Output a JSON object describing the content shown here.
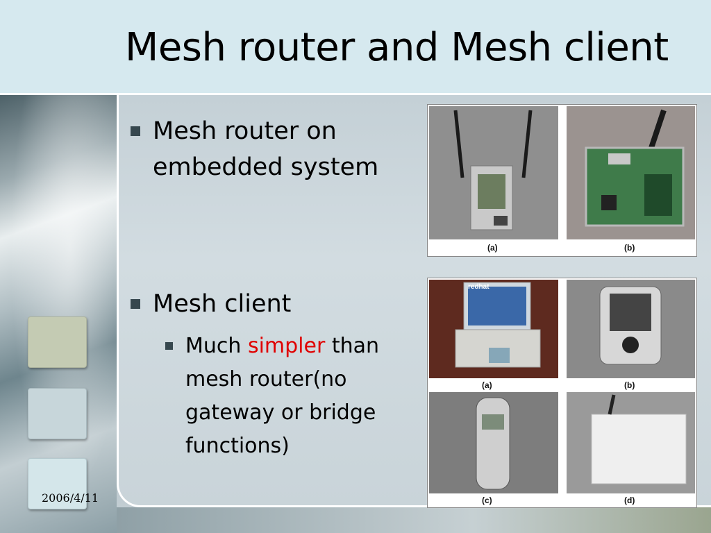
{
  "slide": {
    "title": "Mesh router and Mesh client",
    "date": "2006/4/11"
  },
  "bullets": {
    "router": "Mesh router on embedded system",
    "client": "Mesh client",
    "sub_prefix": "Much ",
    "sub_highlight": "simpler",
    "sub_suffix": " than mesh router(no gateway or bridge functions)"
  },
  "colors": {
    "highlight": "#e00000",
    "title_bar": "#d6e9ef"
  },
  "router_photos": {
    "captions": [
      "(a)",
      "(b)"
    ]
  },
  "client_photos": {
    "captions": [
      "(a)",
      "(b)",
      "(c)",
      "(d)"
    ],
    "laptop_screen_text": "redhat"
  }
}
